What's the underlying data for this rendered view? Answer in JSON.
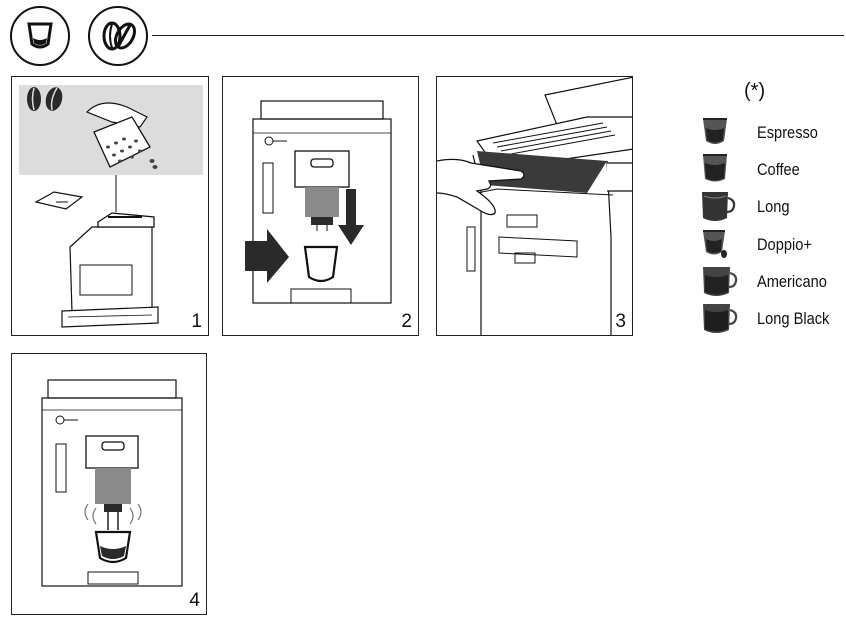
{
  "steps": [
    {
      "number": "1"
    },
    {
      "number": "2"
    },
    {
      "number": "3"
    },
    {
      "number": "4"
    }
  ],
  "legend": {
    "note": "(*)",
    "items": [
      {
        "label": "Espresso",
        "icon": "espresso-cup-icon"
      },
      {
        "label": "Coffee",
        "icon": "coffee-cup-icon"
      },
      {
        "label": "Long",
        "icon": "long-cup-icon"
      },
      {
        "label": "Doppio+",
        "icon": "doppio-cup-icon"
      },
      {
        "label": "Americano",
        "icon": "americano-cup-icon"
      },
      {
        "label": "Long Black",
        "icon": "long-black-cup-icon"
      }
    ]
  },
  "header": {
    "icons": [
      "cup-icon",
      "coffee-beans-icon"
    ]
  },
  "colors": {
    "stroke": "#111111",
    "grey_band": "#dcdcdc",
    "dark_fill": "#2a2a2a"
  }
}
